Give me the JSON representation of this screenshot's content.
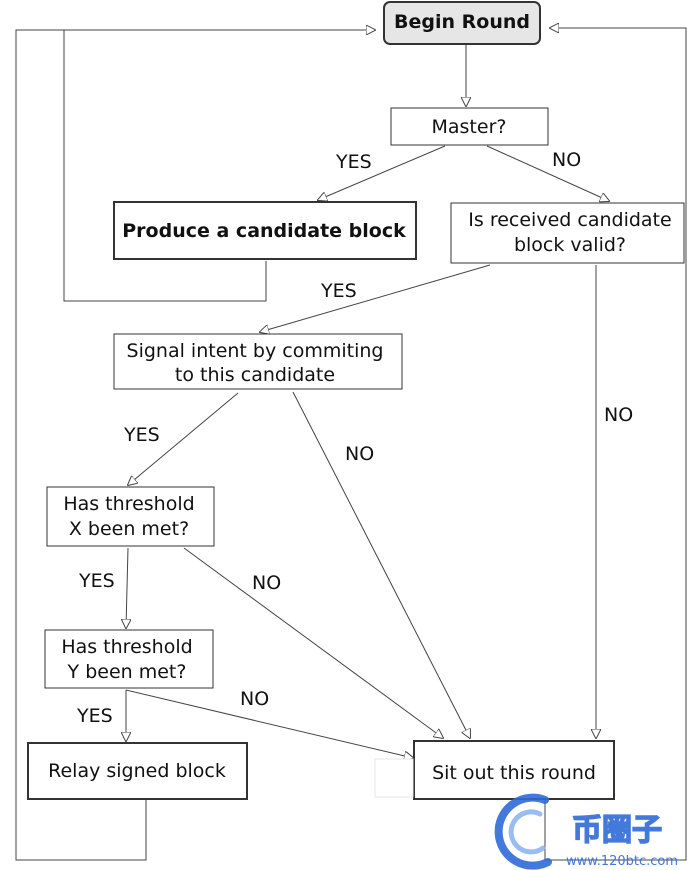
{
  "nodes": {
    "begin": "Begin Round",
    "master": "Master?",
    "produce": "Produce a candidate block",
    "received_line1": "Is received candidate",
    "received_line2": "block valid?",
    "signal_line1": "Signal intent by commiting",
    "signal_line2": "to this candidate",
    "thresh_x_line1": "Has threshold",
    "thresh_x_line2": "X been met?",
    "thresh_y_line1": "Has threshold",
    "thresh_y_line2": "Y been met?",
    "relay": "Relay signed block",
    "sitout": "Sit out this round"
  },
  "edge_labels": {
    "master_yes": "YES",
    "master_no": "NO",
    "valid_yes": "YES",
    "valid_no": "NO",
    "signal_yes": "YES",
    "signal_no": "NO",
    "x_yes": "YES",
    "x_no": "NO",
    "y_yes": "YES",
    "y_no": "NO"
  },
  "watermark": {
    "text": "币圈子",
    "url": "www.120btc.com"
  }
}
